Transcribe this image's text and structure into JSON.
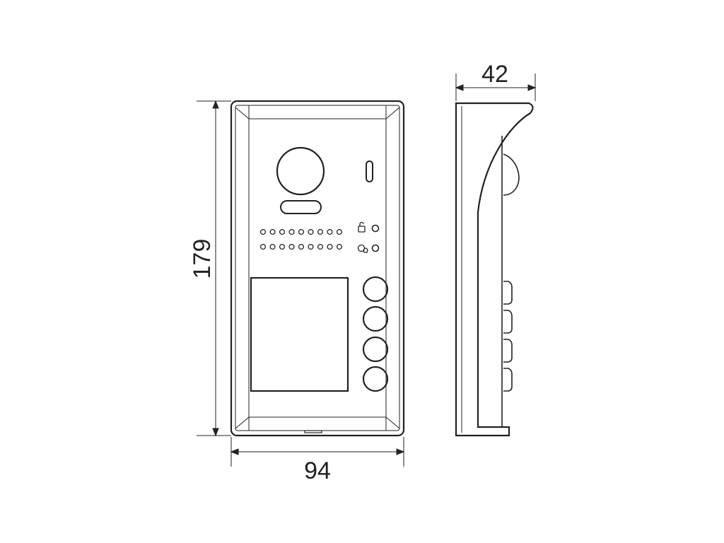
{
  "dimensions": {
    "height_label": "179",
    "width_label": "94",
    "depth_label": "42"
  },
  "colors": {
    "line": "#222222",
    "background": "#ffffff"
  },
  "icons": {
    "unlock_indicator": "unlock-icon",
    "call_indicator": "call-icon"
  },
  "front_view": {
    "call_button_count": 4,
    "speaker_hole_rows": 2,
    "speaker_holes_per_row": 9
  },
  "side_view": {
    "side_button_count": 4
  }
}
